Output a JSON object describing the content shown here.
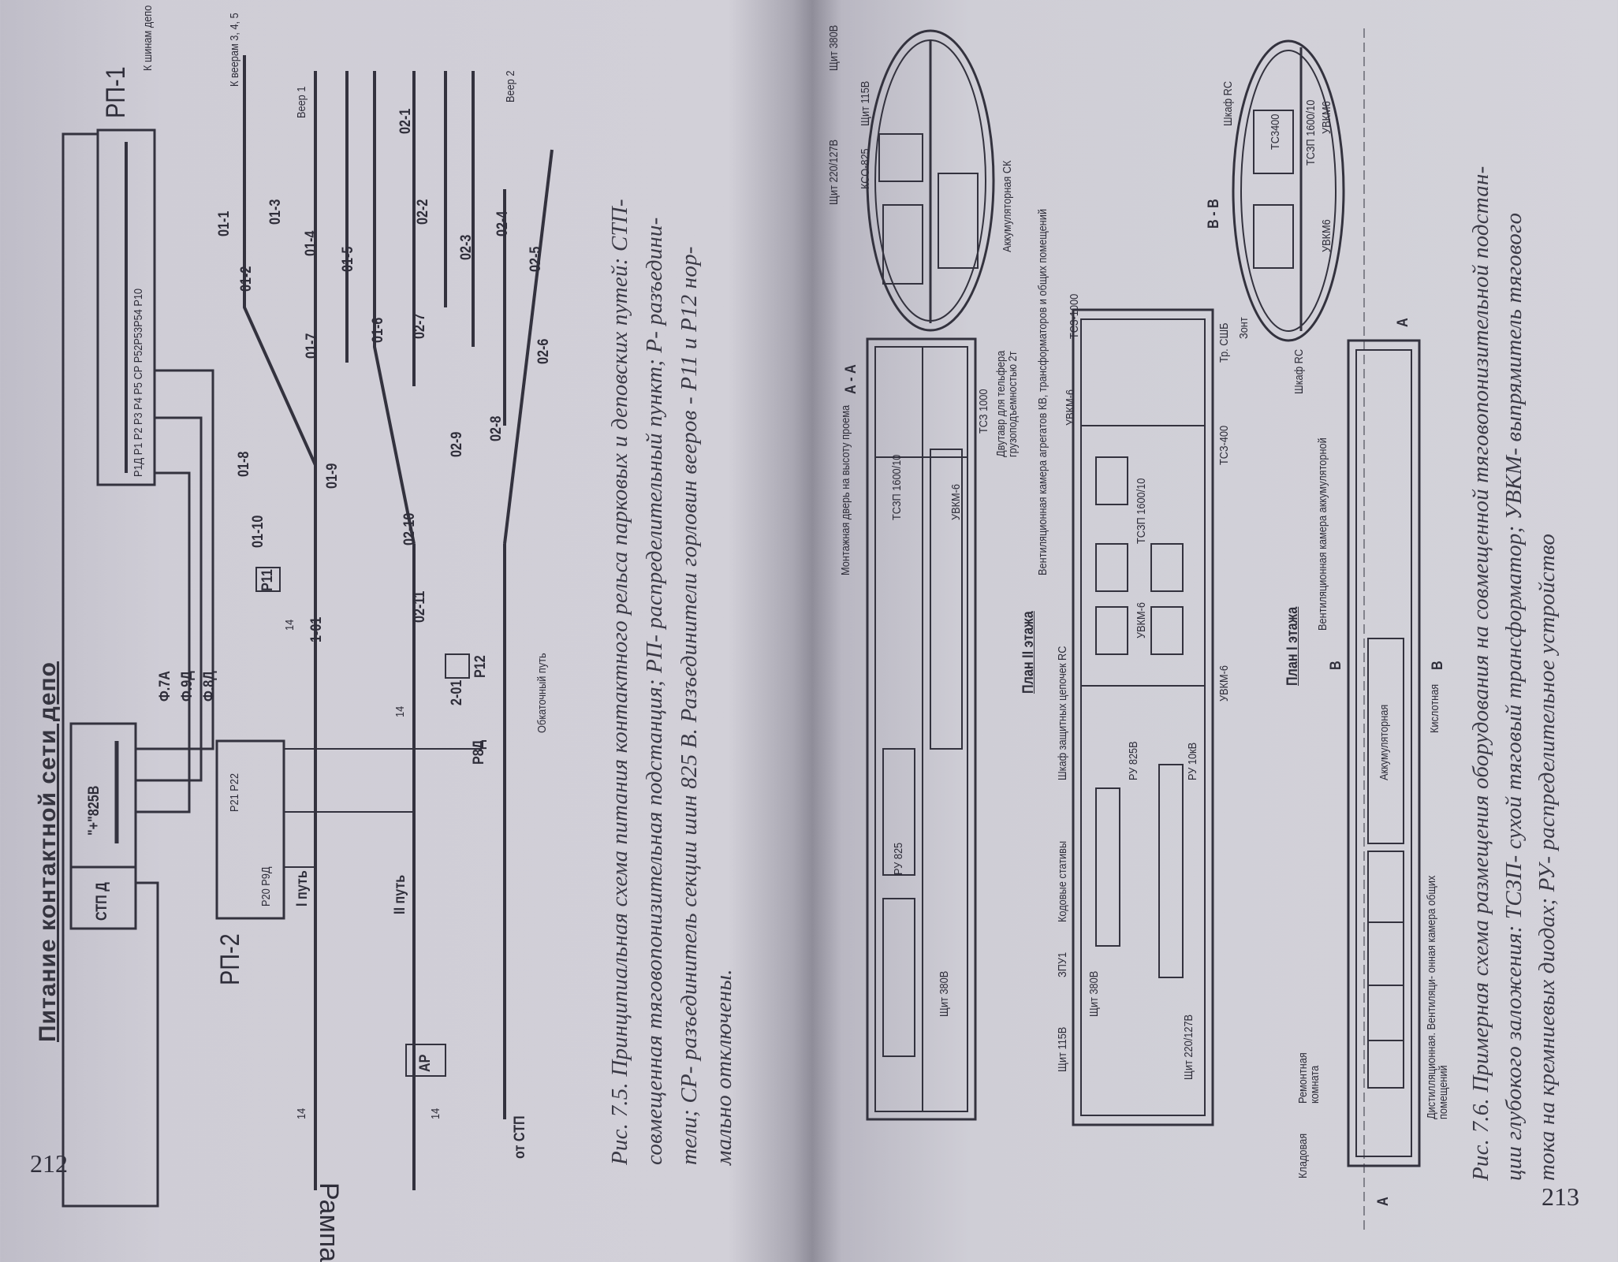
{
  "left_page": {
    "page_number": "212",
    "figure_title": "Питание контактной сети депо",
    "diagram": {
      "rp1": "РП-1",
      "to_depot_buses": "К шинам депо",
      "to_fans": "К веерам 3, 4, 5",
      "fan1": "Веер 1",
      "fan2": "Веер 2",
      "rp1_switches": "Р1Д Р1 Р2 Р3 Р4 Р5 СР Р52Р53Р54 Р10",
      "stp": "СТП Д",
      "bus": "\"+\"825В",
      "feeders": [
        "Ф.7А",
        "Ф.9Д",
        "Ф.8Д"
      ],
      "rp2": "РП-2",
      "rp2_switches_top": "Р21 Р22",
      "rp2_switches_bottom": "Р20 Р9Д",
      "track1": "I путь",
      "track2": "II путь",
      "ramp": "Рампа",
      "from_stp": "от СТП",
      "test_track": "Обкаточный путь",
      "ar": "АР",
      "r8d": "Р8Д",
      "r11": "Р11",
      "r12": "Р12",
      "gap": "14",
      "sections": [
        "01-1",
        "01-2",
        "01-3",
        "01-4",
        "01-5",
        "01-6",
        "01-7",
        "01-8",
        "01-9",
        "01-10",
        "1-01",
        "02-1",
        "02-2",
        "02-3",
        "02-4",
        "02-5",
        "02-6",
        "02-7",
        "02-8",
        "02-9",
        "02-10",
        "02-11",
        "2-01"
      ]
    },
    "caption": [
      "Рис. 7.5. Принципиальная схема питания контактного рельса парковых и деповских путей: СТП-",
      "совмещенная тяговопонизительная подстанция; РП- распределительный пункт; Р- разъедини-",
      "тели; СР- разъединитель секции шин 825 В. Разъединители горловин вееров - Р11 и Р12 нор-",
      "мально отключены."
    ]
  },
  "right_page": {
    "page_number": "213",
    "section_aa": "А - А",
    "section_bb": "В - В",
    "plan2_title": "План II этажа",
    "plan1_title": "План I этажа",
    "labels": {
      "shch380_top": "Щит 380В",
      "shch220_top": "Щит 220/127В",
      "shch115_top": "Щит 115В",
      "kso": "КСО-825",
      "battery_sk": "Аккумуляторная СК",
      "door": "Монтажная дверь на высоту проема",
      "hoist": "Двутавр для тельфера грузоподъемностью 2т",
      "tszp1": "ТСЗП 1600/10",
      "uvkm1": "УВКМ-6",
      "tsz1000a": "ТСЗ 1000",
      "ru825": "РУ 825",
      "shch380": "Щит 380В",
      "vent": "Вентиляционная камера агрегатов КВ, трансформаторов и общих помещений",
      "uvkm2": "УВКМ-6",
      "tsz1000b": "ТСЗ-1000",
      "tr_ssh": "Тр. СШБ",
      "tsz400": "ТСЗ-400",
      "tszp2": "ТСЗП 1600/10",
      "uvkm3": "УВКМ-6",
      "uvkm4": "УВКМ-6",
      "rc_cabinet": "Шкаф защитных цепочек RC",
      "code_racks": "Кодовые стативы",
      "zpu": "ЗПУ1",
      "shch115": "Щит 115В",
      "shch380b": "Щит 380В",
      "shch220": "Щит 220/127В",
      "ru825b": "РУ 825В",
      "ru10": "РУ 10кВ",
      "shkaf_rc1": "Шкаф RC",
      "shkaf_rc2": "Шкаф RC",
      "zont": "Зонт",
      "tszp3": "ТСЗП 1600/10",
      "ts3400": "ТС3400",
      "uvkm5": "УВКМ6",
      "uvkm6": "УВКМ6",
      "vent_battery": "Вентиляционная камера аккумуляторной",
      "battery": "Аккумуляторная",
      "acid": "Кислотная",
      "storage": "Кладовая",
      "repair": "Ремонтная комната",
      "distill": "Дистилляционная. Вентиляци- онная камера общих помещений",
      "mark_a": "А",
      "mark_b": "В"
    },
    "caption": [
      "Рис. 7.6. Примерная схема размещения оборудования на совмещенной тяговопонизительной подстан-",
      "ции глубокого заложения: ТСЗП- сухой тяговый трансформатор; УВКМ- выпрямитель тягового",
      "тока на кремниевых диодах; РУ- распределительное устройство"
    ]
  }
}
